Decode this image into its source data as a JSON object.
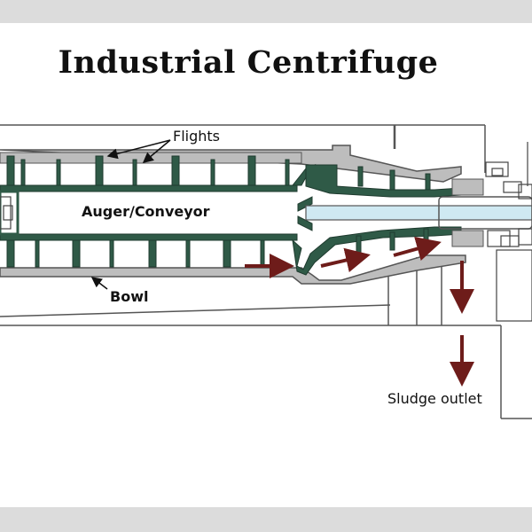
{
  "title": "Industrial Centrifuge",
  "labels": {
    "flights": "Flights",
    "auger": "Auger/Conveyor",
    "bowl": "Bowl",
    "sludge_outlet": "Sludge outlet"
  },
  "colors": {
    "auger": "#2f5a47",
    "bowl_outline": "#555555",
    "bowl_fill": "#bdbdbd",
    "flow_arrow": "#6e1c1a",
    "shaft": "#cfe9f2",
    "band": "#dcdcdc"
  }
}
